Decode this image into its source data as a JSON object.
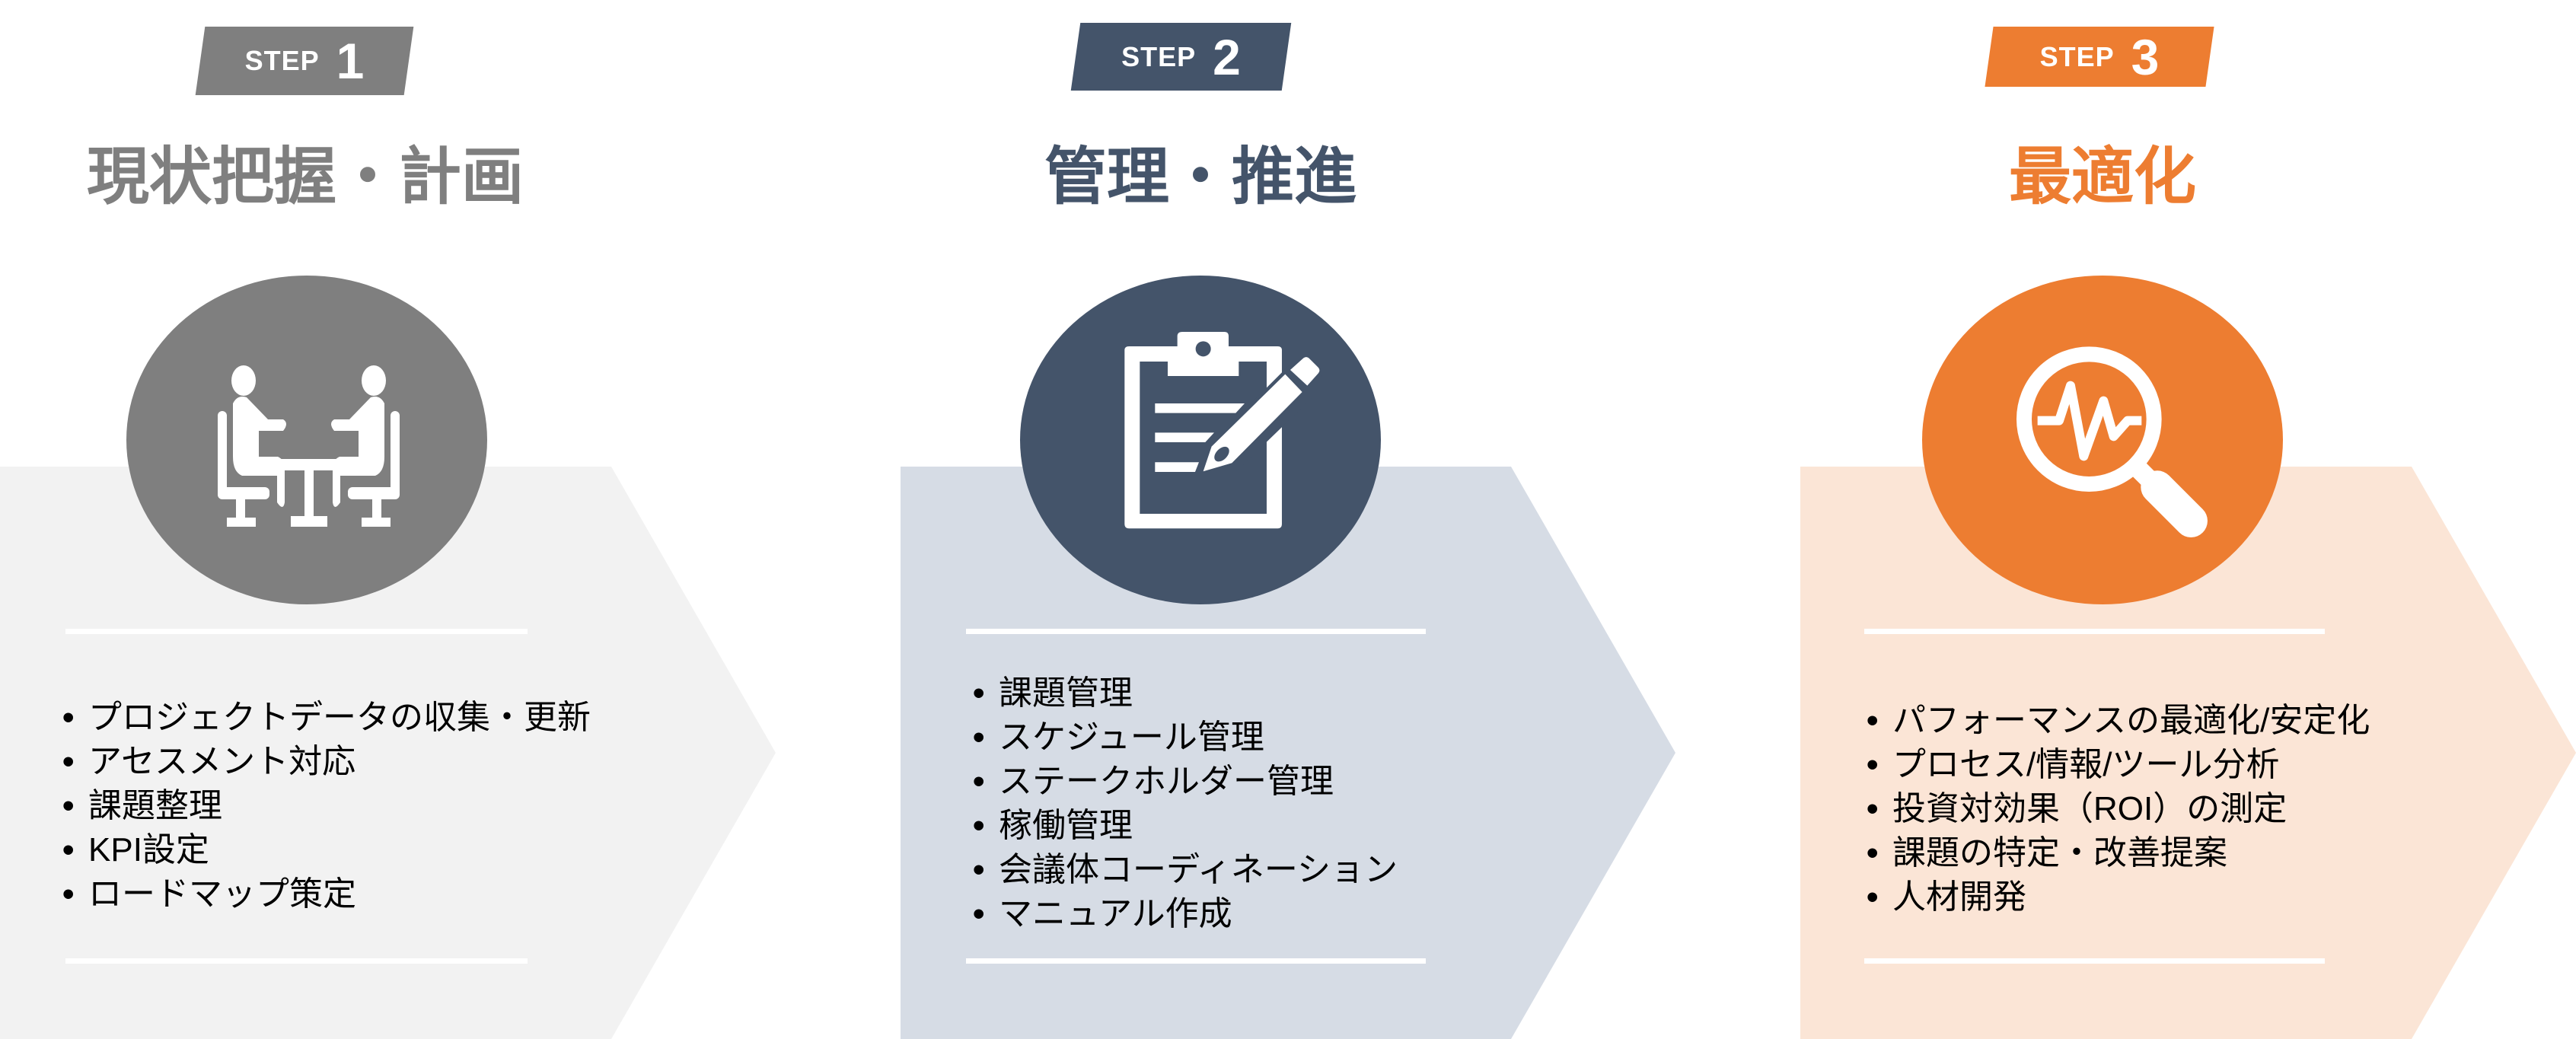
{
  "colors": {
    "step1": "#7f7f7f",
    "band1": "#f2f2f2",
    "step2": "#44546a",
    "band2": "#d6dce5",
    "step3": "#ed7d31",
    "band3": "#fbe5d6"
  },
  "steps": [
    {
      "label": "STEP",
      "number": "1",
      "title": "現状把握・計画",
      "icon": "meeting-icon",
      "items": [
        "プロジェクトデータの収集・更新",
        "アセスメント対応",
        "課題整理",
        "KPI設定",
        "ロードマップ策定"
      ]
    },
    {
      "label": "STEP",
      "number": "2",
      "title": "管理・推進",
      "icon": "clipboard-pencil-icon",
      "items": [
        "課題管理",
        "スケジュール管理",
        "ステークホルダー管理",
        "稼働管理",
        "会議体コーディネーション",
        "マニュアル作成"
      ]
    },
    {
      "label": "STEP",
      "number": "3",
      "title": "最適化",
      "icon": "magnifier-pulse-icon",
      "items": [
        "パフォーマンスの最適化/安定化",
        "プロセス/情報/ツール分析",
        "投資対効果（ROI）の測定",
        "課題の特定・改善提案",
        "人材開発"
      ]
    }
  ]
}
